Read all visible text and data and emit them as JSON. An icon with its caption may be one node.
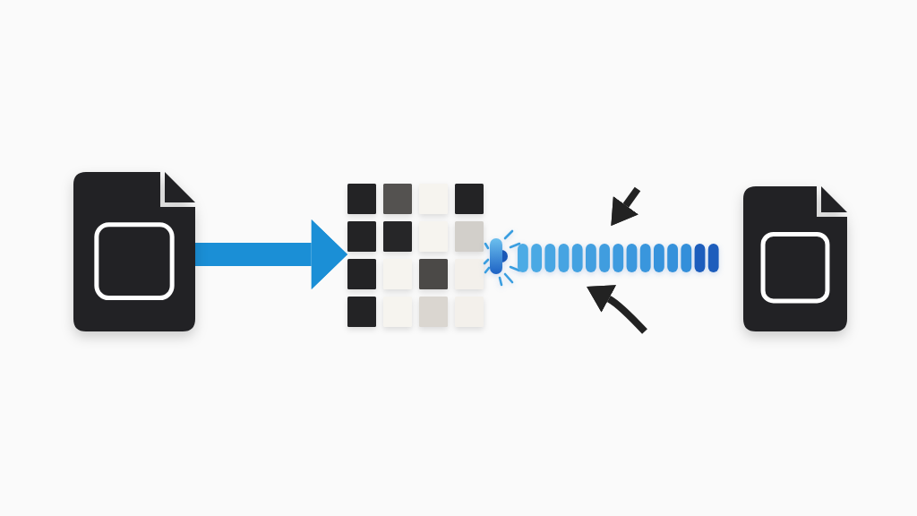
{
  "diagram": {
    "nodes": [
      {
        "text": [],
        "shape": "picture"
      },
      {
        "text": [],
        "shape": "picture"
      },
      {
        "text": [],
        "shape": "bar"
      },
      {
        "text": [],
        "shape": "picture"
      }
    ],
    "edges": [
      {
        "from": 0,
        "to": 1,
        "arrow": "to",
        "style": "thick",
        "color": "#1b8fd6"
      },
      {
        "from": null,
        "to": 2,
        "arrow": "to"
      },
      {
        "from": null,
        "to": 2,
        "arrow": "to"
      }
    ]
  }
}
